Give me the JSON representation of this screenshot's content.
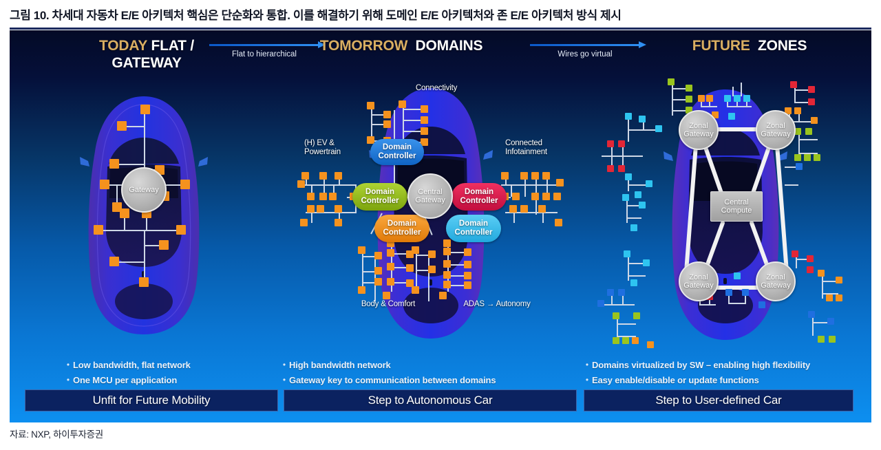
{
  "title": "그림 10. 차세대 자동차 E/E 아키텍처 핵심은 단순화와 통합. 이를 해결하기 위해 도메인 E/E 아키텍처와 존 E/E 아키텍처 방식 제시",
  "footer": "자료: NXP, 하이투자증권",
  "colors": {
    "gold": "#d9ae62",
    "arrow_blue": "#2f8ff2",
    "banner_bg": "#0b2260",
    "ecu_orange": "#f5921e",
    "domain_blue": "#1a7ae0",
    "domain_green": "#9ac41e",
    "domain_crimson": "#e01a4f",
    "domain_orange": "#f5921e",
    "domain_cyan": "#3cc0ef",
    "gateway_gray": "#a9a9a9",
    "node_red": "#e32636",
    "node_cyan": "#2ec4f0",
    "node_blue": "#1f6fe0",
    "node_green": "#9ac41e",
    "node_orange": "#f5921e"
  },
  "panels": [
    {
      "id": "today",
      "heading_gold": "TODAY",
      "heading_white": "FLAT /\nGATEWAY",
      "heading_line1_gold": "TODAY",
      "heading_line1_white": "FLAT /",
      "heading_line2_white": "GATEWAY",
      "center_node": "Gateway",
      "region_labels": [],
      "bullets": [
        "Low bandwidth, flat network",
        "One MCU per application"
      ],
      "banner": "Unfit for Future Mobility"
    },
    {
      "id": "tomorrow",
      "heading_gold": "TOMORROW",
      "heading_white": "DOMAINS",
      "center_node": "Central\nGateway",
      "region_labels": [
        {
          "text": "Connectivity",
          "name": "label-connectivity"
        },
        {
          "text": "(H) EV &\nPowertrain",
          "name": "label-ev-powertrain"
        },
        {
          "text": "Connected\nInfotainment",
          "name": "label-connected-infotainment"
        },
        {
          "text": "Body & Comfort",
          "name": "label-body-comfort"
        },
        {
          "text": "ADAS → Autonomy",
          "name": "label-adas-autonomy"
        }
      ],
      "domain_controllers": [
        {
          "label": "Domain\nController",
          "color": "#1a7ae0",
          "name": "domain-controller-connectivity"
        },
        {
          "label": "Domain\nController",
          "color": "#9ac41e",
          "name": "domain-controller-powertrain"
        },
        {
          "label": "Domain\nController",
          "color": "#e01a4f",
          "name": "domain-controller-infotainment"
        },
        {
          "label": "Domain\nController",
          "color": "#f5921e",
          "name": "domain-controller-body"
        },
        {
          "label": "Domain\nController",
          "color": "#3cc0ef",
          "name": "domain-controller-adas"
        }
      ],
      "bullets": [
        "High bandwidth network",
        "Gateway key to communication between domains"
      ],
      "banner": "Step to Autonomous Car"
    },
    {
      "id": "future",
      "heading_gold": "FUTURE",
      "heading_white": "ZONES",
      "center_node": "Central\nCompute",
      "zonal_nodes": [
        {
          "label": "Zonal\nGateway",
          "name": "zonal-gateway-front-left"
        },
        {
          "label": "Zonal\nGateway",
          "name": "zonal-gateway-front-right"
        },
        {
          "label": "Zonal\nGateway",
          "name": "zonal-gateway-rear-left"
        },
        {
          "label": "Zonal\nGateway",
          "name": "zonal-gateway-rear-right"
        }
      ],
      "bullets": [
        "Domains virtualized by SW – enabling high flexibility",
        "Easy enable/disable or update functions"
      ],
      "banner": "Step to User-defined Car"
    }
  ],
  "arrows": [
    {
      "label": "Flat to hierarchical",
      "name": "arrow-flat-to-hierarchical"
    },
    {
      "label": "Wires go virtual",
      "name": "arrow-wires-go-virtual"
    }
  ]
}
